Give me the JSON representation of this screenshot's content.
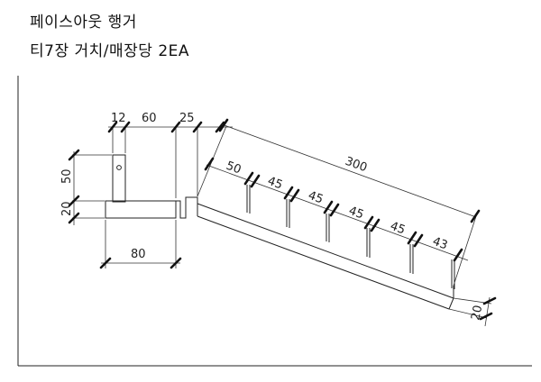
{
  "title": {
    "line1": "페이스아웃 행거",
    "line2": "티7장 거치/매장당 2EA"
  },
  "dimensions": {
    "d12": "12",
    "d60": "60",
    "d25": "25",
    "d50_vert": "50",
    "d20_vert": "20",
    "d80": "80",
    "d300": "300",
    "s1": "50",
    "s2": "45",
    "s3": "45",
    "s4": "45",
    "s5": "45",
    "s6": "43",
    "d20_end": "20"
  }
}
